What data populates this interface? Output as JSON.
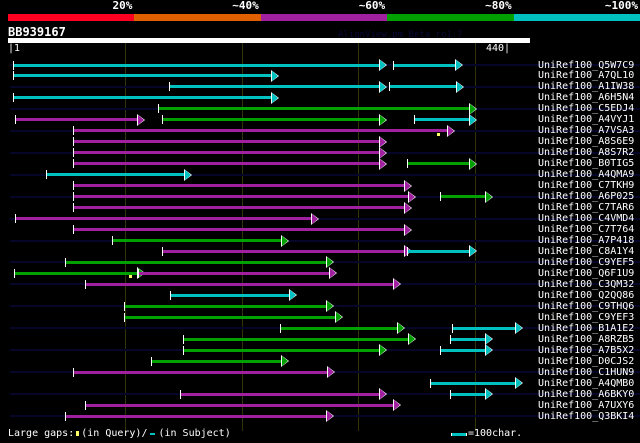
{
  "header": {
    "coverage_labels": [
      "20%",
      "~40%",
      "~60%",
      "~80%",
      "~100%"
    ],
    "coverage_colors": [
      "#ff0022",
      "#e06000",
      "#a020a0",
      "#00a000",
      "#00c0c0"
    ],
    "query_id": "BB939167",
    "watermark": "AlignView.pm Beta ro1.7",
    "scale_start": "|1",
    "scale_end": "440|",
    "query_length": 440
  },
  "hits": [
    {
      "label": "UniRef100_Q5W7C9",
      "segments": [
        {
          "s": 0,
          "e": 313,
          "c": "#00c0c0"
        },
        {
          "s": 324,
          "e": 378,
          "c": "#00c0c0"
        }
      ]
    },
    {
      "label": "UniRef100_A7QL10",
      "segments": [
        {
          "s": 0,
          "e": 221,
          "c": "#00c0c0"
        }
      ]
    },
    {
      "label": "UniRef100_A1IW38",
      "segments": [
        {
          "s": 133,
          "e": 313,
          "c": "#00c0c0"
        },
        {
          "s": 321,
          "e": 379,
          "c": "#00c0c0"
        }
      ]
    },
    {
      "label": "UniRef100_A6H5N4",
      "segments": [
        {
          "s": 0,
          "e": 221,
          "c": "#00c0c0"
        }
      ]
    },
    {
      "label": "UniRef100_C5EDJ4",
      "segments": [
        {
          "s": 124,
          "e": 390,
          "c": "#00a000"
        }
      ]
    },
    {
      "label": "UniRef100_A4VYJ1",
      "segments": [
        {
          "s": 2,
          "e": 107,
          "c": "#a020a0"
        },
        {
          "s": 127,
          "e": 313,
          "c": "#00a000"
        },
        {
          "s": 342,
          "e": 390,
          "c": "#00c0c0"
        }
      ]
    },
    {
      "label": "UniRef100_A7VSA3",
      "segments": [
        {
          "s": 51,
          "e": 371,
          "c": "#a020a0"
        }
      ],
      "query_gaps": [
        362
      ]
    },
    {
      "label": "UniRef100_A8S6E9",
      "segments": [
        {
          "s": 51,
          "e": 313,
          "c": "#a020a0"
        }
      ]
    },
    {
      "label": "UniRef100_A8S7R2",
      "segments": [
        {
          "s": 51,
          "e": 313,
          "c": "#a020a0"
        }
      ]
    },
    {
      "label": "UniRef100_B0TIG5",
      "segments": [
        {
          "s": 51,
          "e": 313,
          "c": "#a020a0"
        },
        {
          "s": 336,
          "e": 390,
          "c": "#00a000"
        }
      ]
    },
    {
      "label": "UniRef100_A4QMA9",
      "segments": [
        {
          "s": 28,
          "e": 147,
          "c": "#00c0c0"
        }
      ]
    },
    {
      "label": "UniRef100_C7TKH9",
      "segments": [
        {
          "s": 51,
          "e": 334,
          "c": "#a020a0"
        }
      ]
    },
    {
      "label": "UniRef100_A6P025",
      "segments": [
        {
          "s": 51,
          "e": 338,
          "c": "#a020a0"
        },
        {
          "s": 364,
          "e": 403,
          "c": "#00a000"
        }
      ]
    },
    {
      "label": "UniRef100_C7TAR6",
      "segments": [
        {
          "s": 51,
          "e": 334,
          "c": "#a020a0"
        }
      ]
    },
    {
      "label": "UniRef100_C4VMD4",
      "segments": [
        {
          "s": 2,
          "e": 255,
          "c": "#a020a0"
        }
      ]
    },
    {
      "label": "UniRef100_C7T764",
      "segments": [
        {
          "s": 51,
          "e": 334,
          "c": "#a020a0"
        }
      ]
    },
    {
      "label": "UniRef100_A7P418",
      "segments": [
        {
          "s": 84,
          "e": 229,
          "c": "#00a000"
        }
      ]
    },
    {
      "label": "UniRef100_C8A1Y4",
      "segments": [
        {
          "s": 127,
          "e": 334,
          "c": "#a020a0"
        },
        {
          "s": 336,
          "e": 390,
          "c": "#00c0c0"
        }
      ]
    },
    {
      "label": "UniRef100_C9YEF5",
      "segments": [
        {
          "s": 44,
          "e": 268,
          "c": "#00a000"
        }
      ]
    },
    {
      "label": "UniRef100_Q6F1U9",
      "segments": [
        {
          "s": 1,
          "e": 107,
          "c": "#00a000"
        },
        {
          "s": 107,
          "e": 270,
          "c": "#a020a0"
        }
      ],
      "query_gaps": [
        100
      ]
    },
    {
      "label": "UniRef100_C3QM32",
      "segments": [
        {
          "s": 61,
          "e": 325,
          "c": "#a020a0"
        }
      ]
    },
    {
      "label": "UniRef100_Q2QQ86",
      "segments": [
        {
          "s": 134,
          "e": 236,
          "c": "#00c0c0"
        }
      ]
    },
    {
      "label": "UniRef100_C9THQ6",
      "segments": [
        {
          "s": 95,
          "e": 268,
          "c": "#00a000"
        }
      ]
    },
    {
      "label": "UniRef100_C9YEF3",
      "segments": [
        {
          "s": 95,
          "e": 275,
          "c": "#00a000"
        }
      ]
    },
    {
      "label": "UniRef100_B1A1E2",
      "segments": [
        {
          "s": 228,
          "e": 328,
          "c": "#00a000"
        },
        {
          "s": 374,
          "e": 429,
          "c": "#00c0c0"
        }
      ]
    },
    {
      "label": "UniRef100_A8RZB5",
      "segments": [
        {
          "s": 145,
          "e": 338,
          "c": "#00a000"
        },
        {
          "s": 373,
          "e": 403,
          "c": "#00c0c0"
        }
      ]
    },
    {
      "label": "UniRef100_A7B5X2",
      "segments": [
        {
          "s": 145,
          "e": 313,
          "c": "#00a000"
        },
        {
          "s": 364,
          "e": 403,
          "c": "#00c0c0"
        }
      ]
    },
    {
      "label": "UniRef100_D0CJS2",
      "segments": [
        {
          "s": 118,
          "e": 229,
          "c": "#00a000"
        }
      ]
    },
    {
      "label": "UniRef100_C1HUN9",
      "segments": [
        {
          "s": 51,
          "e": 269,
          "c": "#a020a0"
        }
      ]
    },
    {
      "label": "UniRef100_A4QMB0",
      "segments": [
        {
          "s": 356,
          "e": 429,
          "c": "#00c0c0"
        }
      ]
    },
    {
      "label": "UniRef100_A6BKY0",
      "segments": [
        {
          "s": 142,
          "e": 313,
          "c": "#a020a0"
        },
        {
          "s": 373,
          "e": 403,
          "c": "#00c0c0"
        }
      ]
    },
    {
      "label": "UniRef100_A7UXY6",
      "segments": [
        {
          "s": 61,
          "e": 325,
          "c": "#a020a0"
        }
      ]
    },
    {
      "label": "UniRef100_Q3BKI4",
      "segments": [
        {
          "s": 44,
          "e": 268,
          "c": "#a020a0"
        }
      ]
    }
  ],
  "footer": {
    "large_gaps_label": "Large gaps:",
    "in_query": "(in Query)/",
    "in_subject": "(in Subject)",
    "scale_label": "=100char."
  }
}
